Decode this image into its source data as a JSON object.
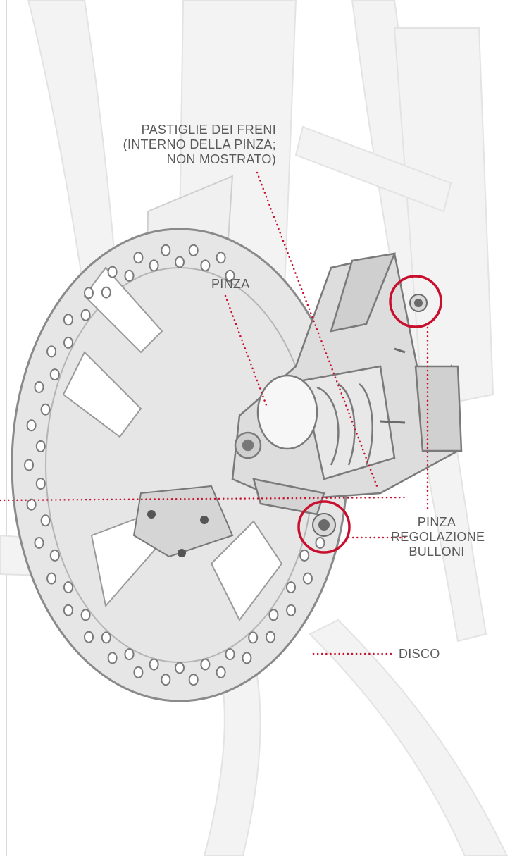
{
  "labels": {
    "pads": [
      "PASTIGLIE DEI FRENI",
      "(INTERNO DELLA PINZA;",
      "NON MOSTRATO)"
    ],
    "caliper": "PINZA",
    "bolts": [
      "PINZA",
      "REGOLAZIONE",
      "BULLONI"
    ],
    "disc": "DISCO"
  },
  "colors": {
    "accent": "#c8102e",
    "label": "#5a5a5a",
    "sketch_light": "#ececec",
    "sketch_mid": "#d6d6d6",
    "sketch_line": "#8a8a8a"
  }
}
